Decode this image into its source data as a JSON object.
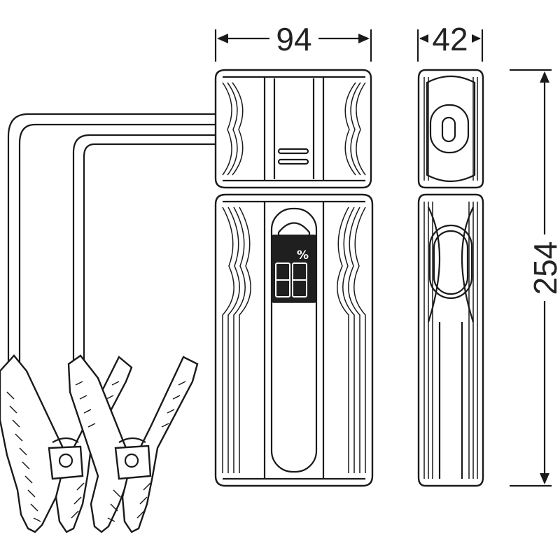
{
  "dimensions": {
    "width_label": "94",
    "depth_label": "42",
    "height_label": "254"
  },
  "display": {
    "percent_symbol": "%"
  },
  "colors": {
    "line": "#1a1a1a",
    "background": "#ffffff",
    "display_panel": "#1f1f1f"
  }
}
